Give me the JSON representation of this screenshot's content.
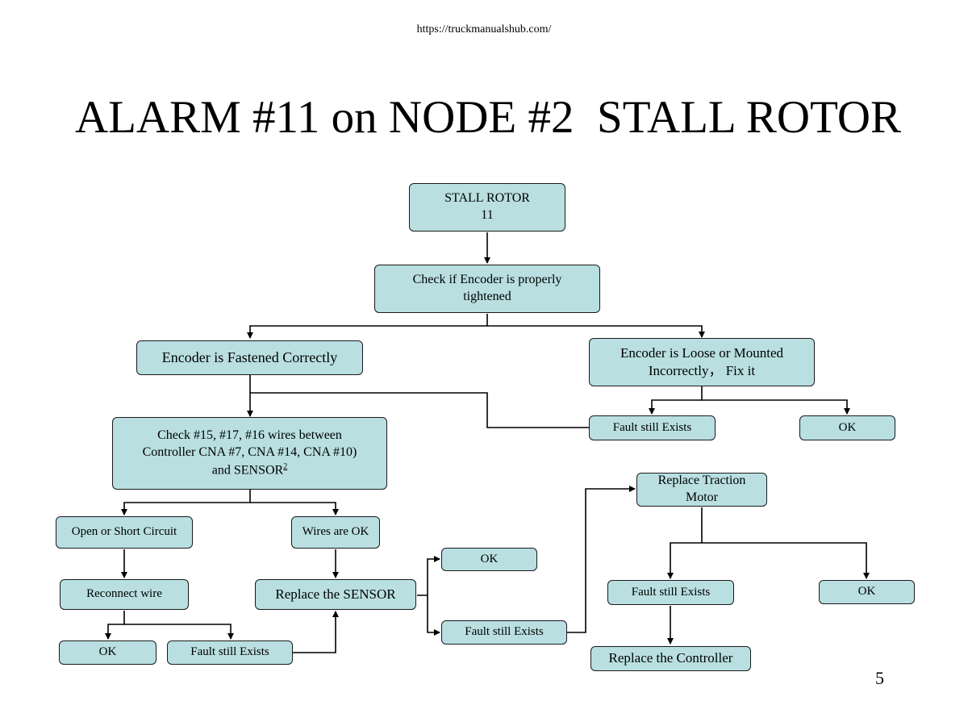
{
  "source_url": "https://truckmanualshub.com/",
  "title": "ALARM #11 on NODE #2  STALL ROTOR",
  "page_number": "5",
  "nodes": {
    "start": {
      "line1": "STALL ROTOR",
      "line2": "11"
    },
    "check_encoder": {
      "line1": "Check if Encoder is properly",
      "line2": "tightened"
    },
    "encoder_fastened": "Encoder is Fastened Correctly",
    "encoder_loose": {
      "line1": "Encoder is Loose or Mounted",
      "line2": "Incorrectly， Fix it"
    },
    "fault_after_fix": "Fault still Exists",
    "ok_after_fix": "OK",
    "check_wires": {
      "line1": "Check #15, #17, #16 wires between",
      "line2": "Controller CNA #7, CNA #14, CNA #10)",
      "line3": "and SENSOR",
      "footnote": "2"
    },
    "open_short": "Open or Short Circuit",
    "wires_ok": "Wires are OK",
    "reconnect": "Reconnect wire",
    "replace_sensor": "Replace the SENSOR",
    "ok_after_reconnect": "OK",
    "fault_after_reconnect": "Fault still Exists",
    "ok_after_sensor": "OK",
    "fault_after_sensor": "Fault still Exists",
    "replace_motor": {
      "line1": "Replace Traction",
      "line2": "Motor"
    },
    "fault_after_motor": "Fault still Exists",
    "ok_after_motor": "OK",
    "replace_controller": "Replace the Controller"
  },
  "colors": {
    "box_fill": "#b9dfe1",
    "box_border": "#1a1a1a",
    "connector": "#000000"
  }
}
